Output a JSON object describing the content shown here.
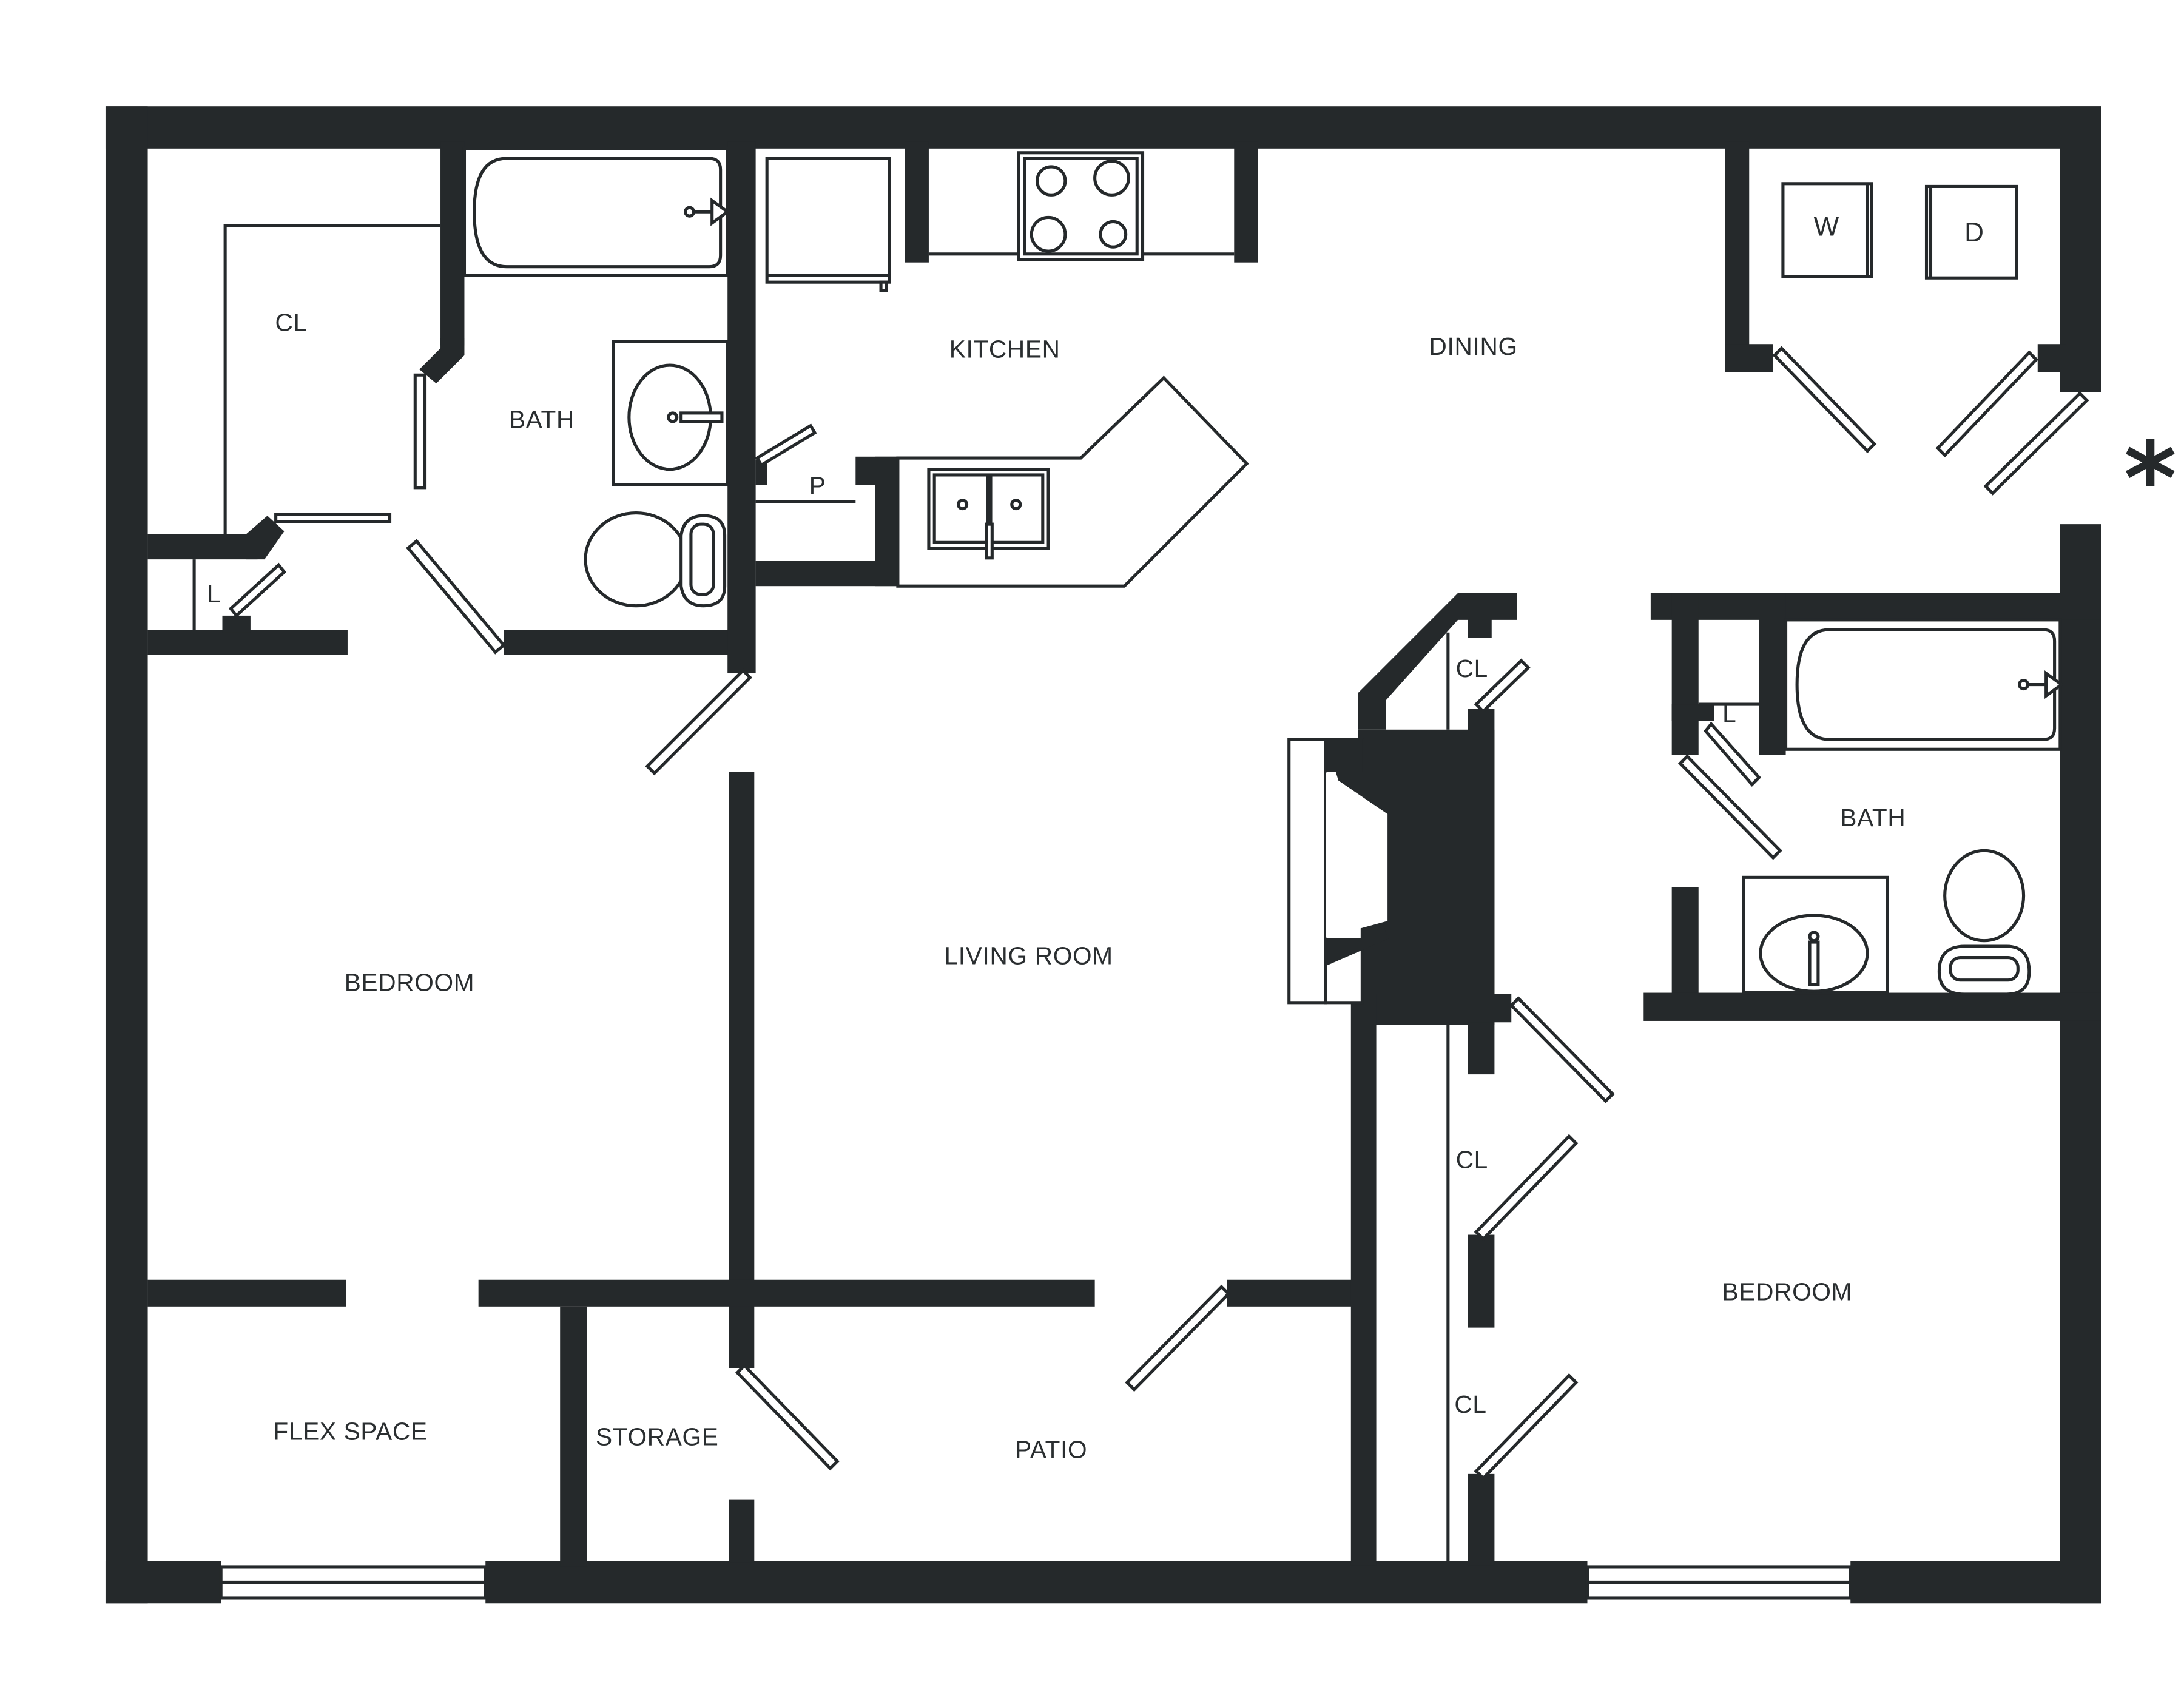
{
  "floorplan": {
    "rooms": {
      "closet_main": "CL",
      "bath_left": "BATH",
      "kitchen": "KITCHEN",
      "pantry": "P",
      "dining": "DINING",
      "washer": "W",
      "dryer": "D",
      "linen_left": "L",
      "bedroom_left": "BEDROOM",
      "living_room": "LIVING ROOM",
      "closet_center_top": "CL",
      "linen_right": "L",
      "bath_right": "BATH",
      "closet_center_mid": "CL",
      "closet_center_low": "CL",
      "bedroom_right": "BEDROOM",
      "flex_space": "FLEX SPACE",
      "storage": "STORAGE",
      "patio": "PATIO"
    },
    "marker": "*"
  }
}
